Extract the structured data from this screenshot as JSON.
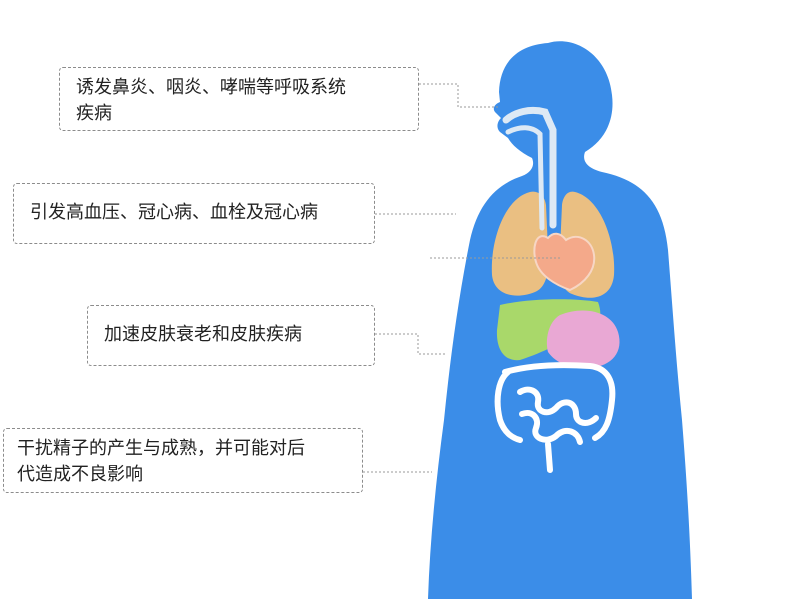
{
  "callouts": [
    {
      "lines": [
        "诱发鼻炎、咽炎、哮喘等呼吸系统",
        "疾病"
      ]
    },
    {
      "lines": [
        "引发高血压、冠心病、血栓及冠心病"
      ]
    },
    {
      "lines": [
        "加速皮肤衰老和皮肤疾病"
      ]
    },
    {
      "lines": [
        "干扰精子的产生与成熟，并可能对后",
        "代造成不良影响"
      ]
    }
  ],
  "colors": {
    "body": "#3b8de8",
    "lungs": "#f3c27c",
    "heart": "#f4a98a",
    "liver": "#a9d86a",
    "stomach": "#e9a8d4",
    "airway": "#dde9f5",
    "intestine": "#ffffff"
  }
}
